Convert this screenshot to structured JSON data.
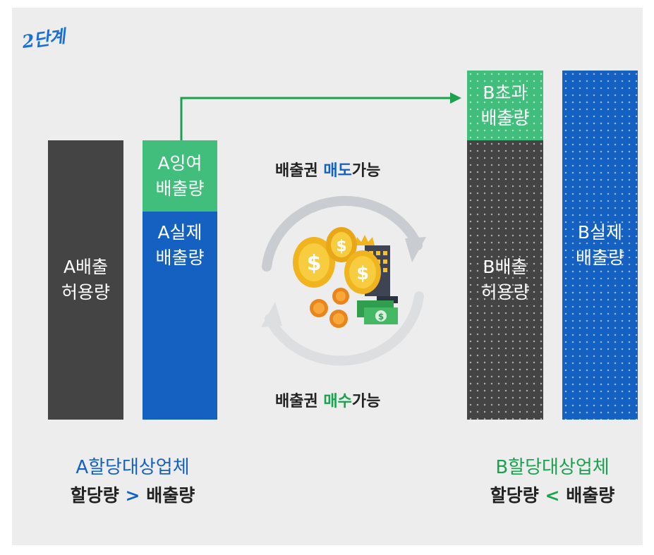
{
  "stage": "2단계",
  "company_a": {
    "allowance_block": "A배출\n허용량",
    "surplus_block": "A잉여\n배출량",
    "actual_block": "A실제\n배출량",
    "title": "A할당대상업체",
    "comparison": {
      "left": "할당량",
      "symbol": ">",
      "right": "배출량"
    }
  },
  "company_b": {
    "excess_block": "B초과\n배출량",
    "allowance_block": "B배출\n허용량",
    "actual_block": "B실제\n배출량",
    "title": "B할당대상업체",
    "comparison": {
      "left": "할당량",
      "symbol": "<",
      "right": "배출량"
    }
  },
  "trade": {
    "sell": {
      "prefix": "배출권 ",
      "highlight": "매도",
      "suffix": "가능"
    },
    "buy": {
      "prefix": "배출권 ",
      "highlight": "매수",
      "suffix": "가능"
    }
  },
  "icons": [
    "arrow-right-icon",
    "money-exchange-icon",
    "dollar-coin-icon",
    "banknote-icon",
    "building-icon",
    "crown-icon"
  ],
  "colors": {
    "dark": "#444444",
    "blue": "#1561c2",
    "green": "#41bd7c",
    "arrow": "#1aa24f"
  }
}
